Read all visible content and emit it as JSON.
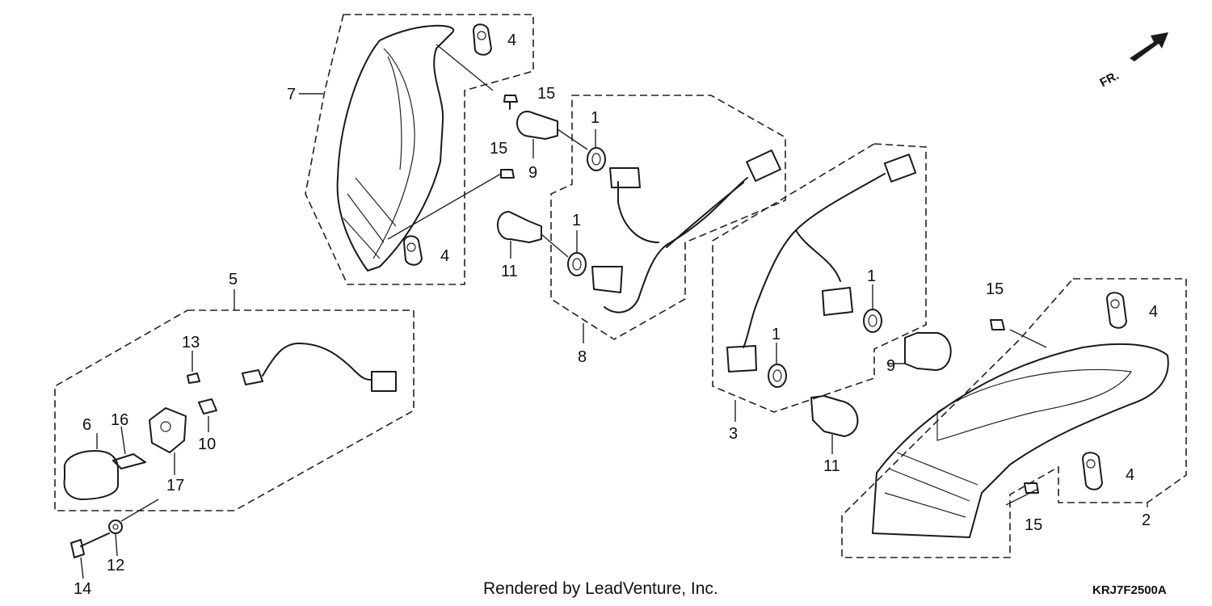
{
  "diagram": {
    "credit": "Rendered by LeadVenture, Inc.",
    "code": "KRJ7F2500A",
    "front_marker": "FR.",
    "callouts": {
      "c1a": "1",
      "c1b": "1",
      "c1c": "1",
      "c1d": "1",
      "c2": "2",
      "c3": "3",
      "c4a": "4",
      "c4b": "4",
      "c4c": "4",
      "c4d": "4",
      "c5": "5",
      "c6": "6",
      "c7": "7",
      "c8": "8",
      "c9a": "9",
      "c9b": "9",
      "c10": "10",
      "c11a": "11",
      "c11b": "11",
      "c12": "12",
      "c13": "13",
      "c14": "14",
      "c15a": "15",
      "c15b": "15",
      "c15c": "15",
      "c15d": "15",
      "c16": "16",
      "c17": "17"
    }
  }
}
